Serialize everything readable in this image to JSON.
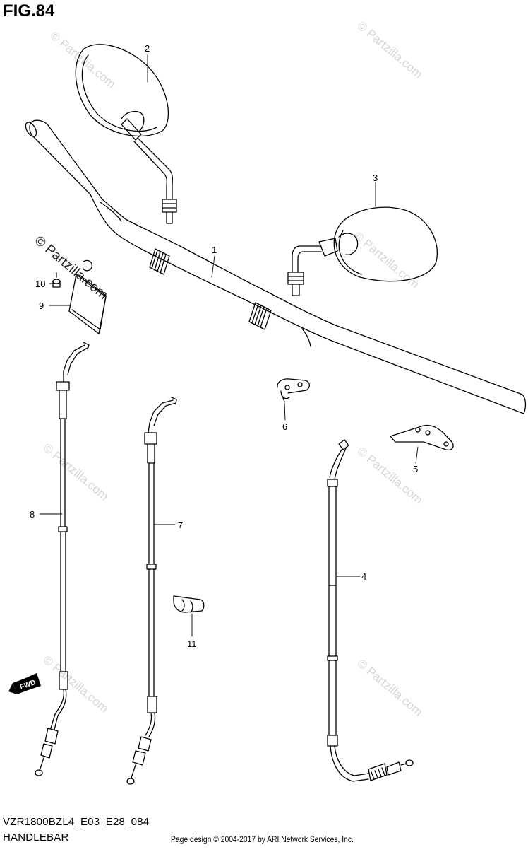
{
  "figure": {
    "title": "FIG.84",
    "model_code": "VZR1800BZL4_E03_E28_084",
    "section": "HANDLEBAR",
    "copyright": "Page design © 2004-2017 by ARI Network Services, Inc."
  },
  "callouts": [
    {
      "number": "1",
      "part": "handlebar"
    },
    {
      "number": "2",
      "part": "mirror-left"
    },
    {
      "number": "3",
      "part": "mirror-right"
    },
    {
      "number": "4",
      "part": "clutch-cable"
    },
    {
      "number": "5",
      "part": "bracket-plate"
    },
    {
      "number": "6",
      "part": "cable-clamp"
    },
    {
      "number": "7",
      "part": "throttle-cable-return"
    },
    {
      "number": "8",
      "part": "throttle-cable-pull"
    },
    {
      "number": "9",
      "part": "label-plate"
    },
    {
      "number": "10",
      "part": "screw"
    },
    {
      "number": "11",
      "part": "cable-clip"
    }
  ],
  "watermarks": {
    "text": "© Partzilla.com",
    "prominent": "© Partzilla.com"
  },
  "fwd_arrow": {
    "text": "FWD"
  },
  "colors": {
    "line": "#000000",
    "watermark": "#d6d6d6"
  }
}
